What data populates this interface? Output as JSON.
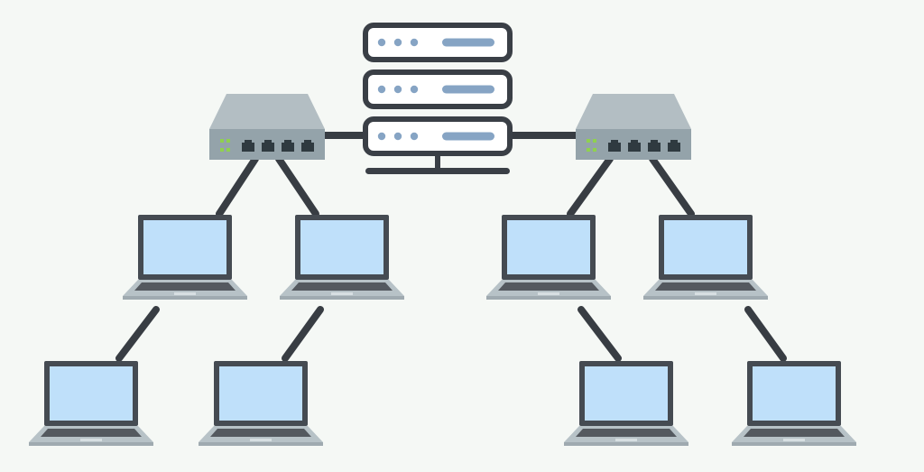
{
  "colors": {
    "background": "#f5f8f5",
    "link": "#383d43",
    "server_outline": "#3a3f46",
    "server_fill": "#ffffff",
    "server_dot": "#86a4c4",
    "server_bar": "#86a4c4",
    "switch_top": "#b3bec3",
    "switch_front": "#94a3aa",
    "switch_port": "#2f3a40",
    "switch_led": "#8fd14f",
    "laptop_bezel": "#454b52",
    "laptop_screen": "#bfe0fa",
    "laptop_base": "#b7c2c7",
    "laptop_keyboard": "#54595f"
  },
  "nodes": {
    "server": {
      "kind": "server-rack",
      "icon": "server-icon",
      "units": 3
    },
    "switches": [
      {
        "id": "switch-left",
        "icon": "network-switch-icon",
        "ports": 4
      },
      {
        "id": "switch-right",
        "icon": "network-switch-icon",
        "ports": 4
      }
    ],
    "laptops": [
      {
        "id": "laptop-l1",
        "icon": "laptop-icon"
      },
      {
        "id": "laptop-l2",
        "icon": "laptop-icon"
      },
      {
        "id": "laptop-r1",
        "icon": "laptop-icon"
      },
      {
        "id": "laptop-r2",
        "icon": "laptop-icon"
      },
      {
        "id": "laptop-l1-child",
        "icon": "laptop-icon"
      },
      {
        "id": "laptop-l2-child",
        "icon": "laptop-icon"
      },
      {
        "id": "laptop-r1-child",
        "icon": "laptop-icon"
      },
      {
        "id": "laptop-r2-child",
        "icon": "laptop-icon"
      }
    ]
  },
  "links": [
    [
      "switch-left",
      "server"
    ],
    [
      "server",
      "switch-right"
    ],
    [
      "switch-left",
      "laptop-l1"
    ],
    [
      "switch-left",
      "laptop-l2"
    ],
    [
      "switch-right",
      "laptop-r1"
    ],
    [
      "switch-right",
      "laptop-r2"
    ],
    [
      "laptop-l1",
      "laptop-l1-child"
    ],
    [
      "laptop-l2",
      "laptop-l2-child"
    ],
    [
      "laptop-r1",
      "laptop-r1-child"
    ],
    [
      "laptop-r2",
      "laptop-r2-child"
    ]
  ]
}
